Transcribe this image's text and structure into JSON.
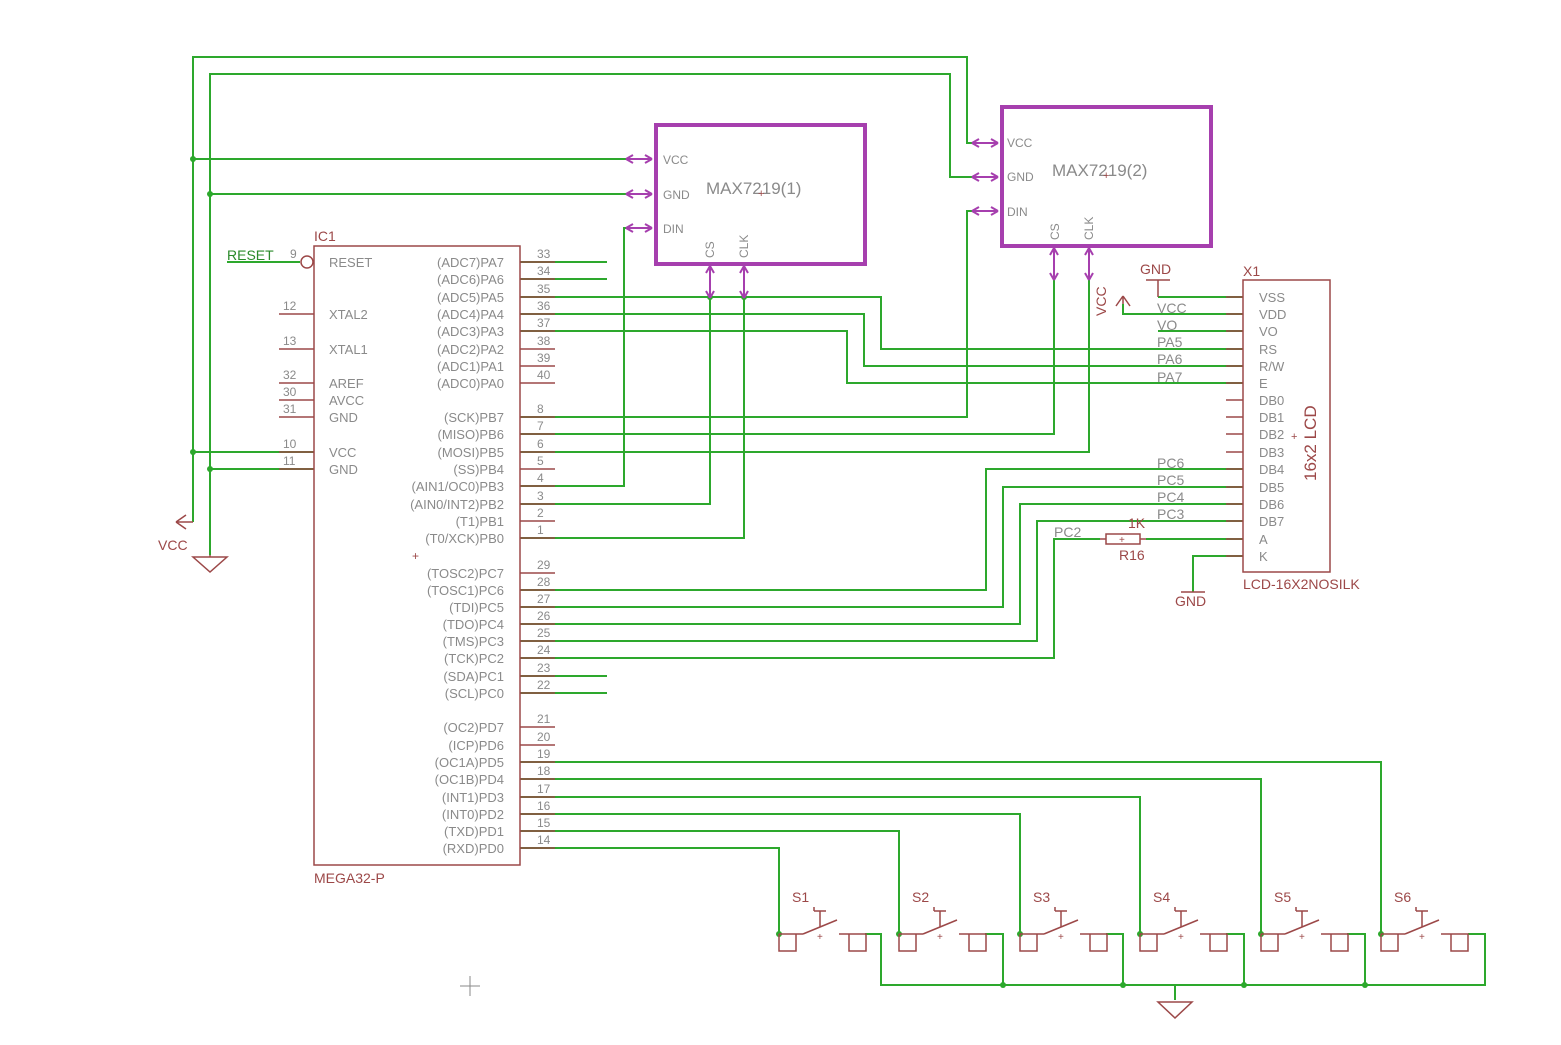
{
  "colors": {
    "wire": "#2da82d",
    "part": "#9c4848",
    "label": "#8a8a8a",
    "net": "#2a8a2a",
    "module": "#a63fae",
    "background": "#ffffff"
  },
  "mcu": {
    "ref": "IC1",
    "value": "MEGA32-P",
    "left_pins": [
      {
        "num": "9",
        "name": "RESET"
      },
      {
        "num": "12",
        "name": "XTAL2"
      },
      {
        "num": "13",
        "name": "XTAL1"
      },
      {
        "num": "32",
        "name": "AREF"
      },
      {
        "num": "30",
        "name": "AVCC"
      },
      {
        "num": "31",
        "name": "GND"
      },
      {
        "num": "10",
        "name": "VCC"
      },
      {
        "num": "11",
        "name": "GND"
      }
    ],
    "right_pins": [
      {
        "num": "33",
        "name": "(ADC7)PA7"
      },
      {
        "num": "34",
        "name": "(ADC6)PA6"
      },
      {
        "num": "35",
        "name": "(ADC5)PA5"
      },
      {
        "num": "36",
        "name": "(ADC4)PA4"
      },
      {
        "num": "37",
        "name": "(ADC3)PA3"
      },
      {
        "num": "38",
        "name": "(ADC2)PA2"
      },
      {
        "num": "39",
        "name": "(ADC1)PA1"
      },
      {
        "num": "40",
        "name": "(ADC0)PA0"
      },
      {
        "num": "8",
        "name": "(SCK)PB7"
      },
      {
        "num": "7",
        "name": "(MISO)PB6"
      },
      {
        "num": "6",
        "name": "(MOSI)PB5"
      },
      {
        "num": "5",
        "name": "(SS)PB4"
      },
      {
        "num": "4",
        "name": "(AIN1/OC0)PB3"
      },
      {
        "num": "3",
        "name": "(AIN0/INT2)PB2"
      },
      {
        "num": "2",
        "name": "(T1)PB1"
      },
      {
        "num": "1",
        "name": "(T0/XCK)PB0"
      },
      {
        "num": "29",
        "name": "(TOSC2)PC7"
      },
      {
        "num": "28",
        "name": "(TOSC1)PC6"
      },
      {
        "num": "27",
        "name": "(TDI)PC5"
      },
      {
        "num": "26",
        "name": "(TDO)PC4"
      },
      {
        "num": "25",
        "name": "(TMS)PC3"
      },
      {
        "num": "24",
        "name": "(TCK)PC2"
      },
      {
        "num": "23",
        "name": "(SDA)PC1"
      },
      {
        "num": "22",
        "name": "(SCL)PC0"
      },
      {
        "num": "21",
        "name": "(OC2)PD7"
      },
      {
        "num": "20",
        "name": "(ICP)PD6"
      },
      {
        "num": "19",
        "name": "(OC1A)PD5"
      },
      {
        "num": "18",
        "name": "(OC1B)PD4"
      },
      {
        "num": "17",
        "name": "(INT1)PD3"
      },
      {
        "num": "16",
        "name": "(INT0)PD2"
      },
      {
        "num": "15",
        "name": "(TXD)PD1"
      },
      {
        "num": "14",
        "name": "(RXD)PD0"
      }
    ]
  },
  "modules": [
    {
      "name": "MAX7219(1)",
      "pins": [
        "VCC",
        "GND",
        "DIN",
        "CS",
        "CLK"
      ]
    },
    {
      "name": "MAX7219(2)",
      "pins": [
        "VCC",
        "GND",
        "DIN",
        "CS",
        "CLK"
      ]
    }
  ],
  "lcd": {
    "ref": "X1",
    "value": "LCD-16X2NOSILK",
    "title": "16x2 LCD",
    "pins": [
      "VSS",
      "VDD",
      "VO",
      "RS",
      "R/W",
      "E",
      "DB0",
      "DB1",
      "DB2",
      "DB3",
      "DB4",
      "DB5",
      "DB6",
      "DB7",
      "A",
      "K"
    ]
  },
  "resistor": {
    "ref": "R16",
    "value": "1K"
  },
  "switches": [
    "S1",
    "S2",
    "S3",
    "S4",
    "S5",
    "S6"
  ],
  "net_labels": {
    "reset": "RESET",
    "lcd_vcc": "VCC",
    "lcd_vo": "VO",
    "pa5": "PA5",
    "pa6": "PA6",
    "pa7": "PA7",
    "pc6": "PC6",
    "pc5": "PC5",
    "pc4": "PC4",
    "pc3": "PC3",
    "pc2": "PC2"
  },
  "power": {
    "vcc_left": "VCC",
    "vcc_lcd": "VCC",
    "gnd_lcd_top": "GND",
    "gnd_lcd_bottom": "GND"
  }
}
